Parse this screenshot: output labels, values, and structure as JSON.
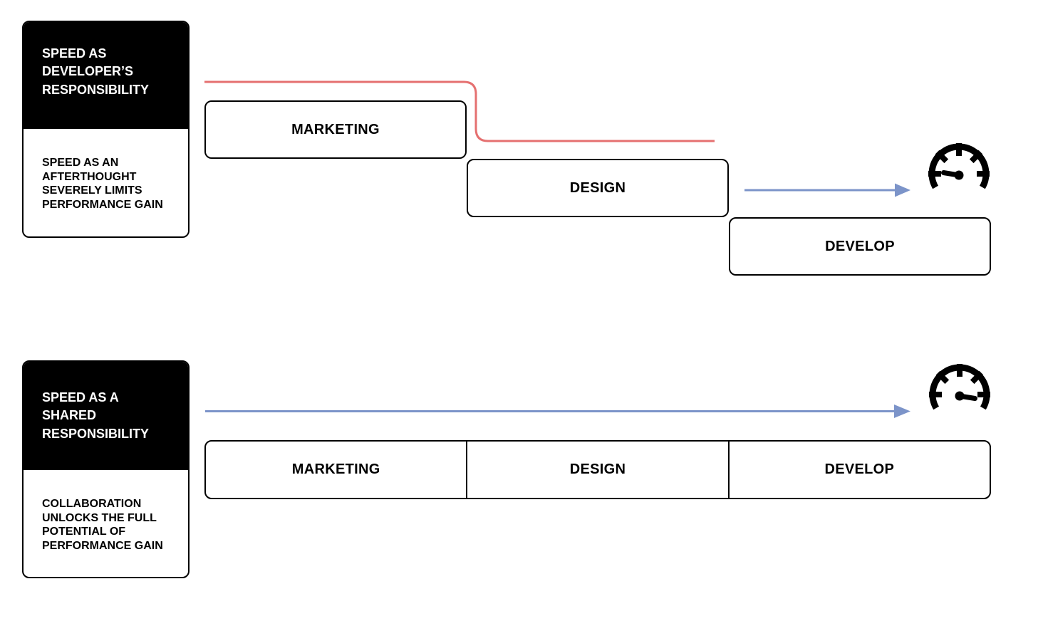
{
  "colors": {
    "black": "#000000",
    "white": "#ffffff",
    "handoff_line_red": "#E57070",
    "arrow_blue": "#7C94C9"
  },
  "top_section": {
    "card": {
      "title": "SPEED AS\nDEVELOPER’S\nRESPONSIBILITY",
      "description": "SPEED AS AN\nAFTERTHOUGHT\nSEVERELY LIMITS\nPERFORMANCE GAIN"
    },
    "phases": [
      {
        "label": "MARKETING"
      },
      {
        "label": "DESIGN"
      },
      {
        "label": "DEVELOP"
      }
    ],
    "gauge_icon": "speedometer-low",
    "arrow_icon": "right-arrow",
    "handoff_icon": "handoff-step-line"
  },
  "bottom_section": {
    "card": {
      "title": "SPEED AS A\nSHARED\nRESPONSIBILITY",
      "description": "COLLABORATION\nUNLOCKS THE FULL\nPOTENTIAL OF\nPERFORMANCE GAIN"
    },
    "phases": [
      {
        "label": "MARKETING"
      },
      {
        "label": "DESIGN"
      },
      {
        "label": "DEVELOP"
      }
    ],
    "gauge_icon": "speedometer-high",
    "arrow_icon": "right-arrow"
  }
}
